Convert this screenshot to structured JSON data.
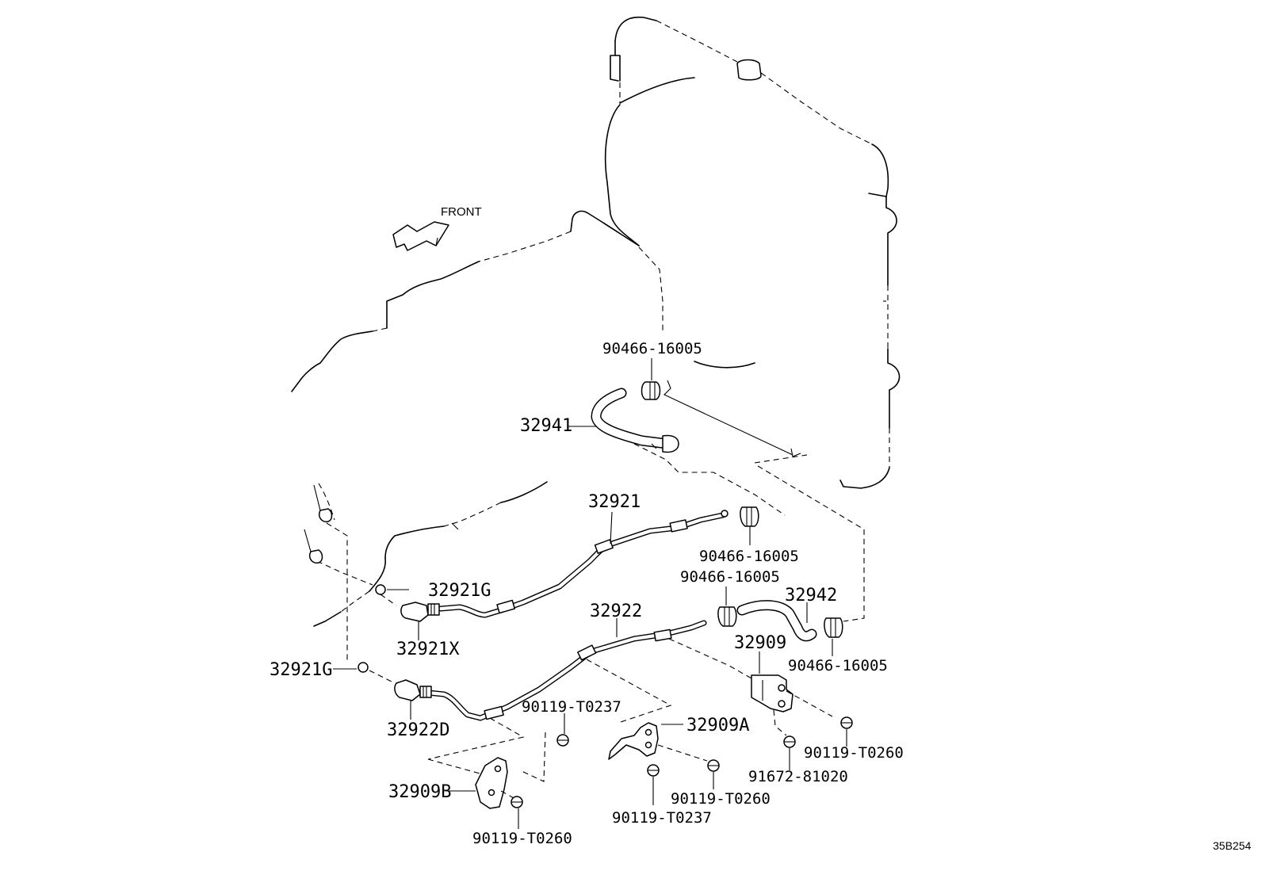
{
  "diagram": {
    "direction_label": "FRONT",
    "illustration_code": "35B254"
  },
  "parts": {
    "hose_clip_top": "90466-16005",
    "hose_upper": "32941",
    "tube_upper": "32921",
    "hose_clip_right_upper": "90466-16005",
    "hose_clip_right_mid": "90466-16005",
    "hose_lower": "32942",
    "gasket_upper": "32921G",
    "union_upper": "32921X",
    "tube_lower": "32922",
    "bracket_main": "32909",
    "hose_clip_right_lower": "90466-16005",
    "gasket_lower": "32921G",
    "union_lower": "32922D",
    "bolt_center_upper": "90119-T0237",
    "bracket_a": "32909A",
    "bracket_b": "32909B",
    "bolt_main_right": "90119-T0260",
    "bolt_main_lower": "91672-81020",
    "bolt_a_right": "90119-T0260",
    "bolt_a_lower": "90119-T0237",
    "bolt_b": "90119-T0260"
  }
}
